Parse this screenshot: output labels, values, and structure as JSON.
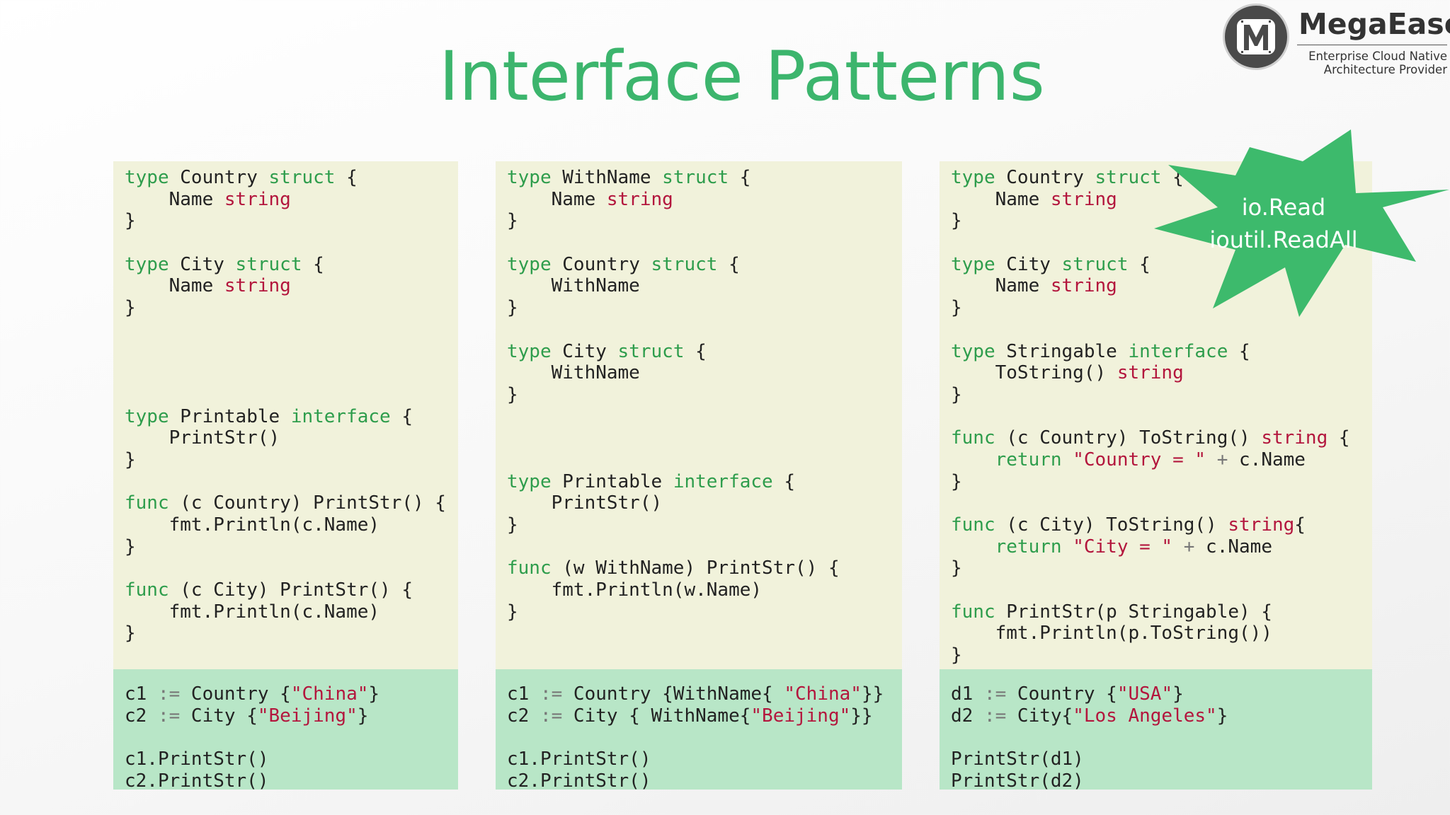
{
  "title": "Interface Patterns",
  "logo": {
    "brand": "MegaEase",
    "tagline_1": "Enterprise Cloud Native",
    "tagline_2": "Architecture Provider"
  },
  "callout": {
    "line_1": "io.Read",
    "line_2": "ioutil.ReadAll"
  },
  "colors": {
    "title": "#3cb56d",
    "keyword": "#2e9d4c",
    "type_and_string": "#b3163d",
    "panel_top": "#f1f2db",
    "panel_bottom": "#b8e6c7",
    "burst": "#3dba6c"
  },
  "panels": [
    {
      "top": [
        [
          [
            "kw",
            "type"
          ],
          [
            "t",
            " Country "
          ],
          [
            "kw",
            "struct"
          ],
          [
            "t",
            " {"
          ]
        ],
        [
          [
            "t",
            "    Name "
          ],
          [
            "ty",
            "string"
          ]
        ],
        [
          [
            "t",
            "}"
          ]
        ],
        [],
        [
          [
            "kw",
            "type"
          ],
          [
            "t",
            " City "
          ],
          [
            "kw",
            "struct"
          ],
          [
            "t",
            " {"
          ]
        ],
        [
          [
            "t",
            "    Name "
          ],
          [
            "ty",
            "string"
          ]
        ],
        [
          [
            "t",
            "}"
          ]
        ],
        [],
        [],
        [],
        [],
        [
          [
            "kw",
            "type"
          ],
          [
            "t",
            " Printable "
          ],
          [
            "kw",
            "interface"
          ],
          [
            "t",
            " {"
          ]
        ],
        [
          [
            "t",
            "    PrintStr()"
          ]
        ],
        [
          [
            "t",
            "}"
          ]
        ],
        [],
        [
          [
            "kw",
            "func"
          ],
          [
            "t",
            " (c Country) PrintStr() {"
          ]
        ],
        [
          [
            "t",
            "    fmt.Println(c.Name)"
          ]
        ],
        [
          [
            "t",
            "}"
          ]
        ],
        [],
        [
          [
            "kw",
            "func"
          ],
          [
            "t",
            " (c City) PrintStr() {"
          ]
        ],
        [
          [
            "t",
            "    fmt.Println(c.Name)"
          ]
        ],
        [
          [
            "t",
            "}"
          ]
        ]
      ],
      "bottom": [
        [
          [
            "t",
            "c1 "
          ],
          [
            "op",
            ":="
          ],
          [
            "t",
            " Country {"
          ],
          [
            "str",
            "\"China\""
          ],
          [
            "t",
            "}"
          ]
        ],
        [
          [
            "t",
            "c2 "
          ],
          [
            "op",
            ":="
          ],
          [
            "t",
            " City {"
          ],
          [
            "str",
            "\"Beijing\""
          ],
          [
            "t",
            "}"
          ]
        ],
        [],
        [
          [
            "t",
            "c1.PrintStr()"
          ]
        ],
        [
          [
            "t",
            "c2.PrintStr()"
          ]
        ]
      ]
    },
    {
      "top": [
        [
          [
            "kw",
            "type"
          ],
          [
            "t",
            " WithName "
          ],
          [
            "kw",
            "struct"
          ],
          [
            "t",
            " {"
          ]
        ],
        [
          [
            "t",
            "    Name "
          ],
          [
            "ty",
            "string"
          ]
        ],
        [
          [
            "t",
            "}"
          ]
        ],
        [],
        [
          [
            "kw",
            "type"
          ],
          [
            "t",
            " Country "
          ],
          [
            "kw",
            "struct"
          ],
          [
            "t",
            " {"
          ]
        ],
        [
          [
            "t",
            "    WithName"
          ]
        ],
        [
          [
            "t",
            "}"
          ]
        ],
        [],
        [
          [
            "kw",
            "type"
          ],
          [
            "t",
            " City "
          ],
          [
            "kw",
            "struct"
          ],
          [
            "t",
            " {"
          ]
        ],
        [
          [
            "t",
            "    WithName"
          ]
        ],
        [
          [
            "t",
            "}"
          ]
        ],
        [],
        [],
        [],
        [
          [
            "kw",
            "type"
          ],
          [
            "t",
            " Printable "
          ],
          [
            "kw",
            "interface"
          ],
          [
            "t",
            " {"
          ]
        ],
        [
          [
            "t",
            "    PrintStr()"
          ]
        ],
        [
          [
            "t",
            "}"
          ]
        ],
        [],
        [
          [
            "kw",
            "func"
          ],
          [
            "t",
            " (w WithName) PrintStr() {"
          ]
        ],
        [
          [
            "t",
            "    fmt.Println(w.Name)"
          ]
        ],
        [
          [
            "t",
            "}"
          ]
        ]
      ],
      "bottom": [
        [
          [
            "t",
            "c1 "
          ],
          [
            "op",
            ":="
          ],
          [
            "t",
            " Country {WithName{ "
          ],
          [
            "str",
            "\"China\""
          ],
          [
            "t",
            "}}"
          ]
        ],
        [
          [
            "t",
            "c2 "
          ],
          [
            "op",
            ":="
          ],
          [
            "t",
            " City { WithName{"
          ],
          [
            "str",
            "\"Beijing\""
          ],
          [
            "t",
            "}}"
          ]
        ],
        [],
        [
          [
            "t",
            "c1.PrintStr()"
          ]
        ],
        [
          [
            "t",
            "c2.PrintStr()"
          ]
        ]
      ]
    },
    {
      "top": [
        [
          [
            "kw",
            "type"
          ],
          [
            "t",
            " Country "
          ],
          [
            "kw",
            "struct"
          ],
          [
            "t",
            " {"
          ]
        ],
        [
          [
            "t",
            "    Name "
          ],
          [
            "ty",
            "string"
          ]
        ],
        [
          [
            "t",
            "}"
          ]
        ],
        [],
        [
          [
            "kw",
            "type"
          ],
          [
            "t",
            " City "
          ],
          [
            "kw",
            "struct"
          ],
          [
            "t",
            " {"
          ]
        ],
        [
          [
            "t",
            "    Name "
          ],
          [
            "ty",
            "string"
          ]
        ],
        [
          [
            "t",
            "}"
          ]
        ],
        [],
        [
          [
            "kw",
            "type"
          ],
          [
            "t",
            " Stringable "
          ],
          [
            "kw",
            "interface"
          ],
          [
            "t",
            " {"
          ]
        ],
        [
          [
            "t",
            "    ToString() "
          ],
          [
            "ty",
            "string"
          ]
        ],
        [
          [
            "t",
            "}"
          ]
        ],
        [],
        [
          [
            "kw",
            "func"
          ],
          [
            "t",
            " (c Country) ToString() "
          ],
          [
            "ty",
            "string"
          ],
          [
            "t",
            " {"
          ]
        ],
        [
          [
            "t",
            "    "
          ],
          [
            "kw",
            "return"
          ],
          [
            "t",
            " "
          ],
          [
            "str",
            "\"Country = \""
          ],
          [
            "t",
            " "
          ],
          [
            "op",
            "+"
          ],
          [
            "t",
            " c.Name"
          ]
        ],
        [
          [
            "t",
            "}"
          ]
        ],
        [],
        [
          [
            "kw",
            "func"
          ],
          [
            "t",
            " (c City) ToString() "
          ],
          [
            "ty",
            "string"
          ],
          [
            "t",
            "{"
          ]
        ],
        [
          [
            "t",
            "    "
          ],
          [
            "kw",
            "return"
          ],
          [
            "t",
            " "
          ],
          [
            "str",
            "\"City = \""
          ],
          [
            "t",
            " "
          ],
          [
            "op",
            "+"
          ],
          [
            "t",
            " c.Name"
          ]
        ],
        [
          [
            "t",
            "}"
          ]
        ],
        [],
        [
          [
            "kw",
            "func"
          ],
          [
            "t",
            " PrintStr(p Stringable) {"
          ]
        ],
        [
          [
            "t",
            "    fmt.Println(p.ToString())"
          ]
        ],
        [
          [
            "t",
            "}"
          ]
        ]
      ],
      "bottom": [
        [
          [
            "t",
            "d1 "
          ],
          [
            "op",
            ":="
          ],
          [
            "t",
            " Country {"
          ],
          [
            "str",
            "\"USA\""
          ],
          [
            "t",
            "}"
          ]
        ],
        [
          [
            "t",
            "d2 "
          ],
          [
            "op",
            ":="
          ],
          [
            "t",
            " City{"
          ],
          [
            "str",
            "\"Los Angeles\""
          ],
          [
            "t",
            "}"
          ]
        ],
        [],
        [
          [
            "t",
            "PrintStr(d1)"
          ]
        ],
        [
          [
            "t",
            "PrintStr(d2)"
          ]
        ]
      ]
    }
  ]
}
